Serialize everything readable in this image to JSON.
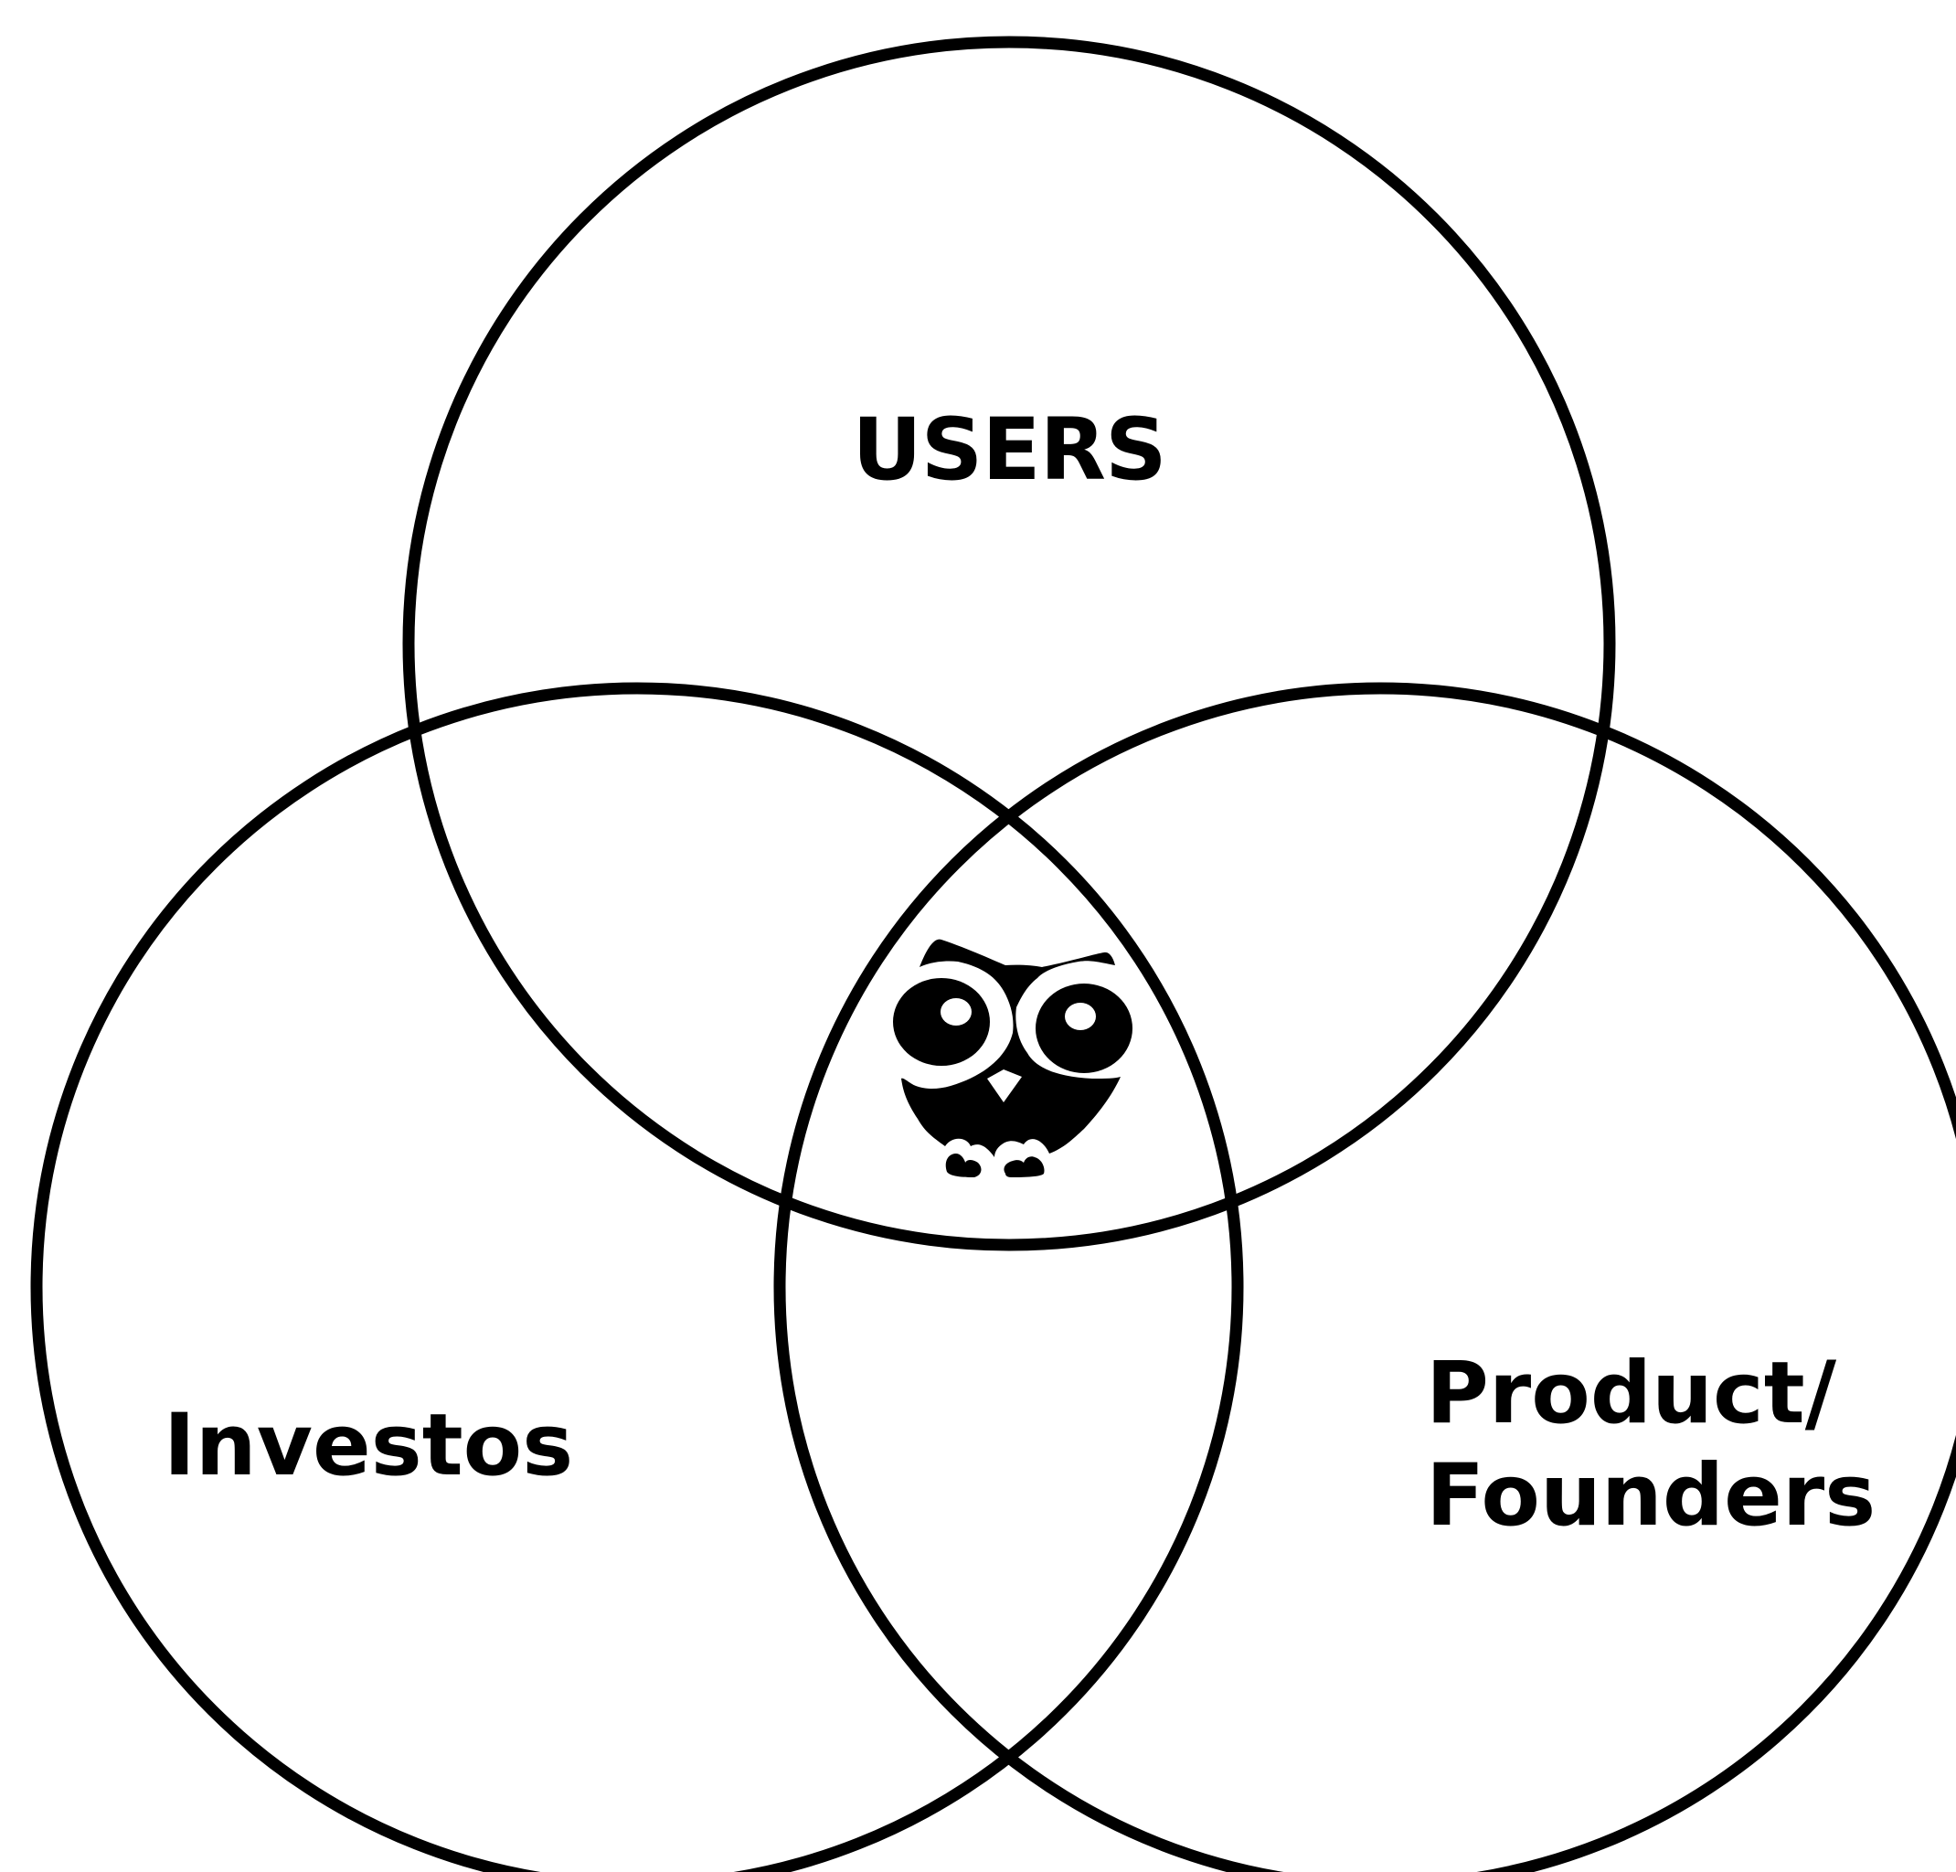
{
  "diagram": {
    "type": "venn",
    "sets": [
      {
        "id": "users",
        "label": "USERS"
      },
      {
        "id": "investors",
        "label": "Investos"
      },
      {
        "id": "product_founders",
        "label_line1": "Product/",
        "label_line2": "Founders"
      }
    ],
    "center_icon": "owl-icon"
  },
  "colors": {
    "stroke": "#000000",
    "background": "#ffffff",
    "text": "#000000"
  }
}
